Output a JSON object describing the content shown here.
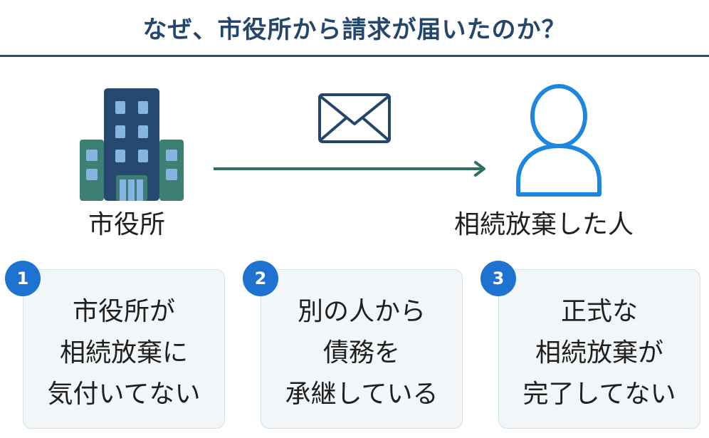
{
  "title": "なぜ、市役所から請求が届いたのか？",
  "left_entity": {
    "label": "市役所",
    "icon": "city-hall-building-icon"
  },
  "right_entity": {
    "label": "相続放棄した人",
    "icon": "person-icon"
  },
  "middle": {
    "icon": "envelope-icon"
  },
  "colors": {
    "title": "#24466c",
    "arrow": "#2f6f64",
    "building_dark": "#28496f",
    "building_side": "#3d7f73",
    "window": "#84b4e0",
    "person": "#1f86e0",
    "badge": "#1f73d0",
    "card_bg": "#f2f6f8"
  },
  "cards": [
    {
      "number": "1",
      "lines": [
        "市役所が",
        "相続放棄に",
        "気付いてない"
      ]
    },
    {
      "number": "2",
      "lines": [
        "別の人から",
        "債務を",
        "承継している"
      ]
    },
    {
      "number": "3",
      "lines": [
        "正式な",
        "相続放棄が",
        "完了してない"
      ]
    }
  ]
}
